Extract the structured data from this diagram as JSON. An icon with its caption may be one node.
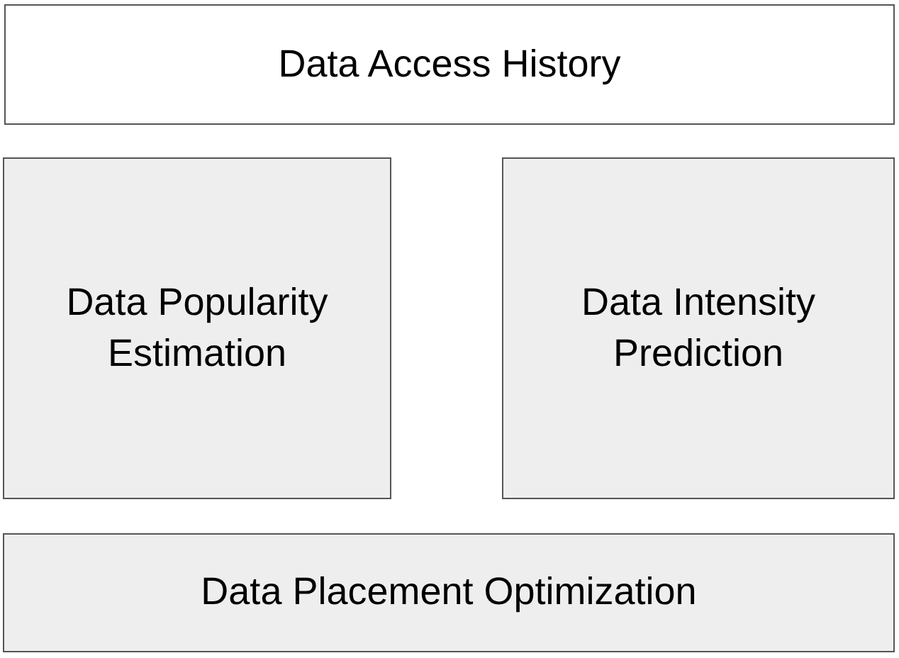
{
  "diagram": {
    "nodes": [
      {
        "text": [
          "Data Access History"
        ]
      },
      {
        "text": [
          "Data Popularity Estimation"
        ]
      },
      {
        "text": [
          "Data Intensity Prediction"
        ]
      },
      {
        "text": [
          "Data Placement Optimization"
        ]
      }
    ]
  }
}
